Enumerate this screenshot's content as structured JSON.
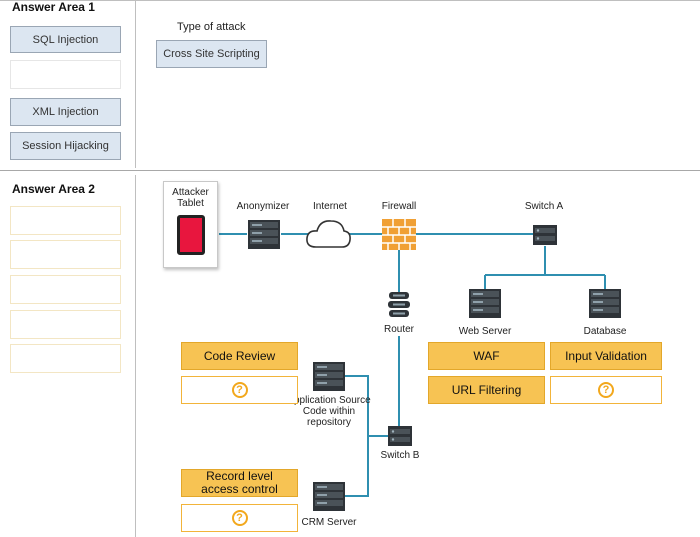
{
  "answer_area_1": {
    "title": "Answer Area 1",
    "options": [
      "SQL Injection",
      "XML Injection",
      "Session Hijacking"
    ],
    "type_of_attack_label": "Type of attack",
    "type_of_attack_value": "Cross Site Scripting"
  },
  "answer_area_2": {
    "title": "Answer Area 2"
  },
  "nodes": {
    "attacker": "Attacker Tablet",
    "anonymizer": "Anonymizer",
    "internet": "Internet",
    "firewall": "Firewall",
    "switch_a": "Switch A",
    "router": "Router",
    "web_server": "Web Server",
    "database": "Database",
    "app_source": "Application Source Code within repository",
    "switch_b": "Switch B",
    "crm_server": "CRM Server"
  },
  "controls": {
    "code_review": "Code Review",
    "record_level": "Record level access control",
    "waf": "WAF",
    "url_filtering": "URL Filtering",
    "input_validation": "Input Validation",
    "unknown": "?"
  },
  "colors": {
    "chip_bg": "#dce6f1",
    "control_bg": "#f7c353",
    "line": "#2f8fb0",
    "firewall": "#f0a035",
    "tablet": "#e8163e"
  },
  "icons": {
    "server": "server-rack-icon",
    "cloud": "cloud-icon",
    "firewall": "brick-wall-icon",
    "switch": "network-switch-icon",
    "router": "router-icon",
    "tablet": "tablet-icon",
    "question": "question-circle-icon"
  }
}
